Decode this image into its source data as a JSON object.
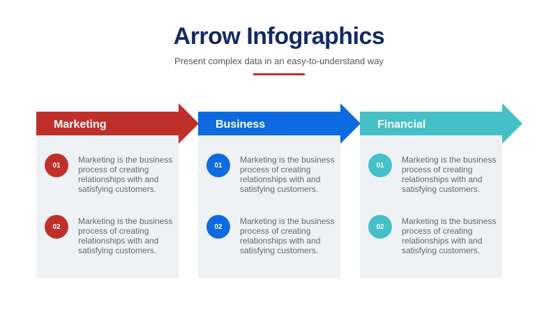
{
  "header": {
    "title": "Arrow Infographics",
    "subtitle": "Present complex data in an easy-to-understand way",
    "accent_color": "#c0302b"
  },
  "columns": [
    {
      "label": "Marketing",
      "color": "#c0302b",
      "items": [
        {
          "number": "01",
          "text": "Marketing is the business process of creating relationships with and satisfying customers."
        },
        {
          "number": "02",
          "text": "Marketing is the business process of creating relationships with and satisfying customers."
        }
      ]
    },
    {
      "label": "Business",
      "color": "#0e6ae0",
      "items": [
        {
          "number": "01",
          "text": "Marketing is the business process of creating relationships with and satisfying customers."
        },
        {
          "number": "02",
          "text": "Marketing is the business process of creating relationships with and satisfying customers."
        }
      ]
    },
    {
      "label": "Financial",
      "color": "#45c0c8",
      "items": [
        {
          "number": "01",
          "text": "Marketing is the business process of creating relationships with and satisfying customers."
        },
        {
          "number": "02",
          "text": "Marketing is the business process of creating relationships with and satisfying customers."
        }
      ]
    }
  ]
}
